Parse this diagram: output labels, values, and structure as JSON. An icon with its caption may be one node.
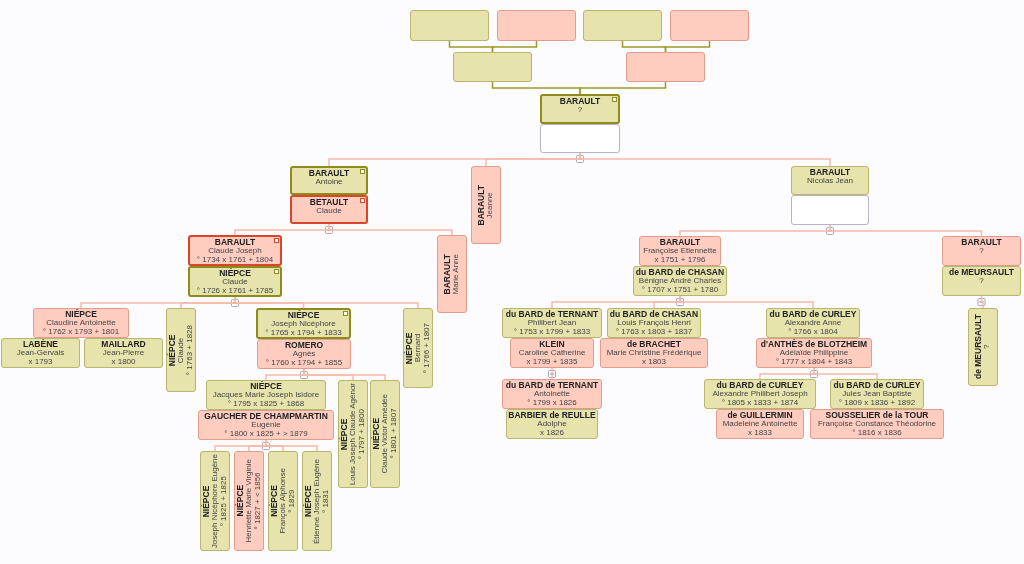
{
  "diagram": {
    "nodes": [
      {
        "text": [],
        "shape": "box"
      },
      {
        "text": [],
        "shape": "box"
      },
      {
        "text": [],
        "shape": "box"
      },
      {
        "text": [],
        "shape": "box"
      },
      {
        "text": [],
        "shape": "box"
      },
      {
        "text": [],
        "shape": "box"
      },
      {
        "text": [
          "BARAULT",
          "?"
        ]
      },
      {
        "text": [],
        "shape": "box"
      },
      {
        "text": [
          "BARAULT",
          "Antoine"
        ]
      },
      {
        "text": [
          "BETAULT",
          "Claude"
        ]
      },
      {
        "text": [
          "BARAULT",
          "Jeanne"
        ]
      },
      {
        "text": [
          "BARAULT",
          "Nicolas Jean"
        ]
      },
      {
        "text": [],
        "shape": "box"
      },
      {
        "text": [
          "BARAULT",
          "Claude Joseph",
          "° 1734 x 1761 + 1804"
        ]
      },
      {
        "text": [
          "NIÉPCE",
          "Claude",
          "° 1726 x 1761 + 1785"
        ]
      },
      {
        "text": [
          "BARAULT",
          "Marie Anne"
        ]
      },
      {
        "text": [
          "NIÉPCE",
          "Claudine Antoinette",
          "° 1762 x 1793 + 1801"
        ]
      },
      {
        "text": [
          "LABÈNE",
          "Jean-Gervais",
          "x 1793"
        ]
      },
      {
        "text": [
          "MAILLARD",
          "Jean-Pierre",
          "x 1800"
        ]
      },
      {
        "text": [
          "NIÉPCE",
          "Claude",
          "° 1763 + 1828"
        ]
      },
      {
        "text": [
          "NIÉPCE",
          "Joseph Nicéphore",
          "° 1765 x 1794 + 1833"
        ]
      },
      {
        "text": [
          "ROMERO",
          "Agnès",
          "° 1760 x 1794 + 1855"
        ]
      },
      {
        "text": [
          "NIÉPCE",
          "Bernard",
          "° 1766 + 1807"
        ]
      },
      {
        "text": [
          "NIÉPCE",
          "Jacques Marie Joseph Isidore",
          "° 1795 x 1825 + 1868"
        ]
      },
      {
        "text": [
          "GAUCHER DE CHAMPMARTIN",
          "Eugénie",
          "° 1800 x 1825 + > 1879"
        ]
      },
      {
        "text": [
          "NIÉPCE",
          "Louis Joseph Claude Agénor",
          "° 1797 + 1800"
        ]
      },
      {
        "text": [
          "NIÉPCE",
          "Claude Victor Amédée",
          "° 1801 + 1807"
        ]
      },
      {
        "text": [
          "NIÉPCE",
          "Joseph Nicéphore Eugène",
          "° 1825 + 1825"
        ]
      },
      {
        "text": [
          "NIÉPCE",
          "Henriette Marie Virginie",
          "° 1827 + < 1856"
        ]
      },
      {
        "text": [
          "NIÉPCE",
          "François Alphonse",
          "° 1829"
        ]
      },
      {
        "text": [
          "NIÉPCE",
          "Étienne Joseph Eugène",
          "° 1831"
        ]
      },
      {
        "text": [
          "BARAULT",
          "Françoise Etiennette",
          "x 1751 + 1796"
        ]
      },
      {
        "text": [
          "du BARD de CHASAN",
          "Bénigne André Charles",
          "° 1707 x 1751 + 1780"
        ]
      },
      {
        "text": [
          "BARAULT",
          "?"
        ]
      },
      {
        "text": [
          "de MEURSAULT",
          "?"
        ]
      },
      {
        "text": [
          "du BARD de TERNANT",
          "Philibert Jean",
          "° 1753 x 1799 + 1833"
        ]
      },
      {
        "text": [
          "KLEIN",
          "Caroline Catherine",
          "x 1799 + 1835"
        ]
      },
      {
        "text": [
          "du BARD de CHASAN",
          "Louis François Henri",
          "° 1763 x 1803 + 1837"
        ]
      },
      {
        "text": [
          "de BRACHET",
          "Marie Christine Frédérique",
          "x 1803"
        ]
      },
      {
        "text": [
          "du BARD de CURLEY",
          "Alexandre Anne",
          "° 1766 x 1804"
        ]
      },
      {
        "text": [
          "d'ANTHÈS de BLOTZHEIM",
          "Adélaïde Philippine",
          "° 1777 x 1804 + 1843"
        ]
      },
      {
        "text": [
          "du BARD de TERNANT",
          "Antoinette",
          "° 1799 x 1826"
        ]
      },
      {
        "text": [
          "BARBIER de REULLE",
          "Adolphe",
          "x 1826"
        ]
      },
      {
        "text": [
          "du BARD de CURLEY",
          "Alexandre Philibert Joseph",
          "° 1805 x 1833 + 1874"
        ]
      },
      {
        "text": [
          "de GUILLERMIN",
          "Madeleine Antoinette",
          "x 1833"
        ]
      },
      {
        "text": [
          "du BARD de CURLEY",
          "Jules Jean Baptiste",
          "° 1809 x 1836 + 1892"
        ]
      },
      {
        "text": [
          "SOUSSELIER de la TOUR",
          "Françoise Constance Théodorine",
          "° 1816 x 1836"
        ]
      },
      {
        "text": [
          "de MEURSAULT",
          "?"
        ]
      }
    ],
    "edges": [
      {
        "from": 0,
        "to": 4,
        "arrow": "none",
        "color": "#9a9a2a"
      },
      {
        "from": 1,
        "to": 4,
        "arrow": "none",
        "color": "#9a9a2a"
      },
      {
        "from": 2,
        "to": 5,
        "arrow": "none",
        "color": "#9a9a2a"
      },
      {
        "from": 3,
        "to": 5,
        "arrow": "none",
        "color": "#9a9a2a"
      },
      {
        "from": 4,
        "to": 6,
        "arrow": "none",
        "color": "#9a9a2a"
      },
      {
        "from": 5,
        "to": 6,
        "arrow": "none",
        "color": "#9a9a2a"
      },
      {
        "from": 7,
        "to": 8,
        "arrow": "none"
      },
      {
        "from": 7,
        "to": 10,
        "arrow": "none"
      },
      {
        "from": 7,
        "to": 11,
        "arrow": "none"
      },
      {
        "from": 9,
        "to": 13,
        "arrow": "none"
      },
      {
        "from": 9,
        "to": 15,
        "arrow": "none"
      },
      {
        "from": 14,
        "to": 16,
        "arrow": "none"
      },
      {
        "from": 14,
        "to": 19,
        "arrow": "none"
      },
      {
        "from": 14,
        "to": 20,
        "arrow": "none"
      },
      {
        "from": 14,
        "to": 22,
        "arrow": "none"
      },
      {
        "from": 21,
        "to": 23,
        "arrow": "none"
      },
      {
        "from": 21,
        "to": 25,
        "arrow": "none"
      },
      {
        "from": 21,
        "to": 26,
        "arrow": "none"
      },
      {
        "from": 24,
        "to": 27,
        "arrow": "none"
      },
      {
        "from": 24,
        "to": 28,
        "arrow": "none"
      },
      {
        "from": 24,
        "to": 29,
        "arrow": "none"
      },
      {
        "from": 24,
        "to": 30,
        "arrow": "none"
      },
      {
        "from": 12,
        "to": 31,
        "arrow": "none"
      },
      {
        "from": 12,
        "to": 33,
        "arrow": "none"
      },
      {
        "from": 32,
        "to": 35,
        "arrow": "none"
      },
      {
        "from": 32,
        "to": 37,
        "arrow": "none"
      },
      {
        "from": 32,
        "to": 39,
        "arrow": "none"
      },
      {
        "from": 36,
        "to": 41,
        "arrow": "none"
      },
      {
        "from": 40,
        "to": 43,
        "arrow": "none"
      },
      {
        "from": 40,
        "to": 45,
        "arrow": "none"
      },
      {
        "from": 34,
        "to": 47,
        "arrow": "none"
      }
    ]
  }
}
